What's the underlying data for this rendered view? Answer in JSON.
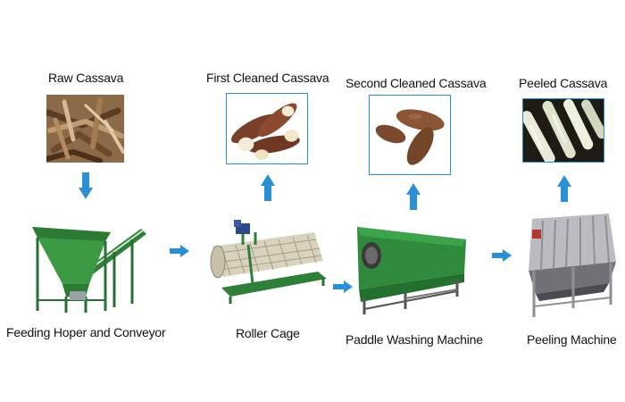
{
  "diagram": {
    "products": [
      {
        "id": "raw",
        "label": "Raw Cassava"
      },
      {
        "id": "first",
        "label": "First Cleaned Cassava"
      },
      {
        "id": "second",
        "label": "Second Cleaned Cassava"
      },
      {
        "id": "peeled",
        "label": "Peeled Cassava"
      }
    ],
    "machines": [
      {
        "id": "feeding",
        "label": "Feeding Hoper and Conveyor"
      },
      {
        "id": "roller",
        "label": "Roller Cage"
      },
      {
        "id": "paddle",
        "label": "Paddle Washing Machine"
      },
      {
        "id": "peeling",
        "label": "Peeling Machine"
      }
    ],
    "colors": {
      "arrow": "#2b8fd6",
      "frame": "#2b8fd6",
      "machine_green": "#2e8b3a",
      "machine_steel": "#b9bcc0"
    }
  }
}
